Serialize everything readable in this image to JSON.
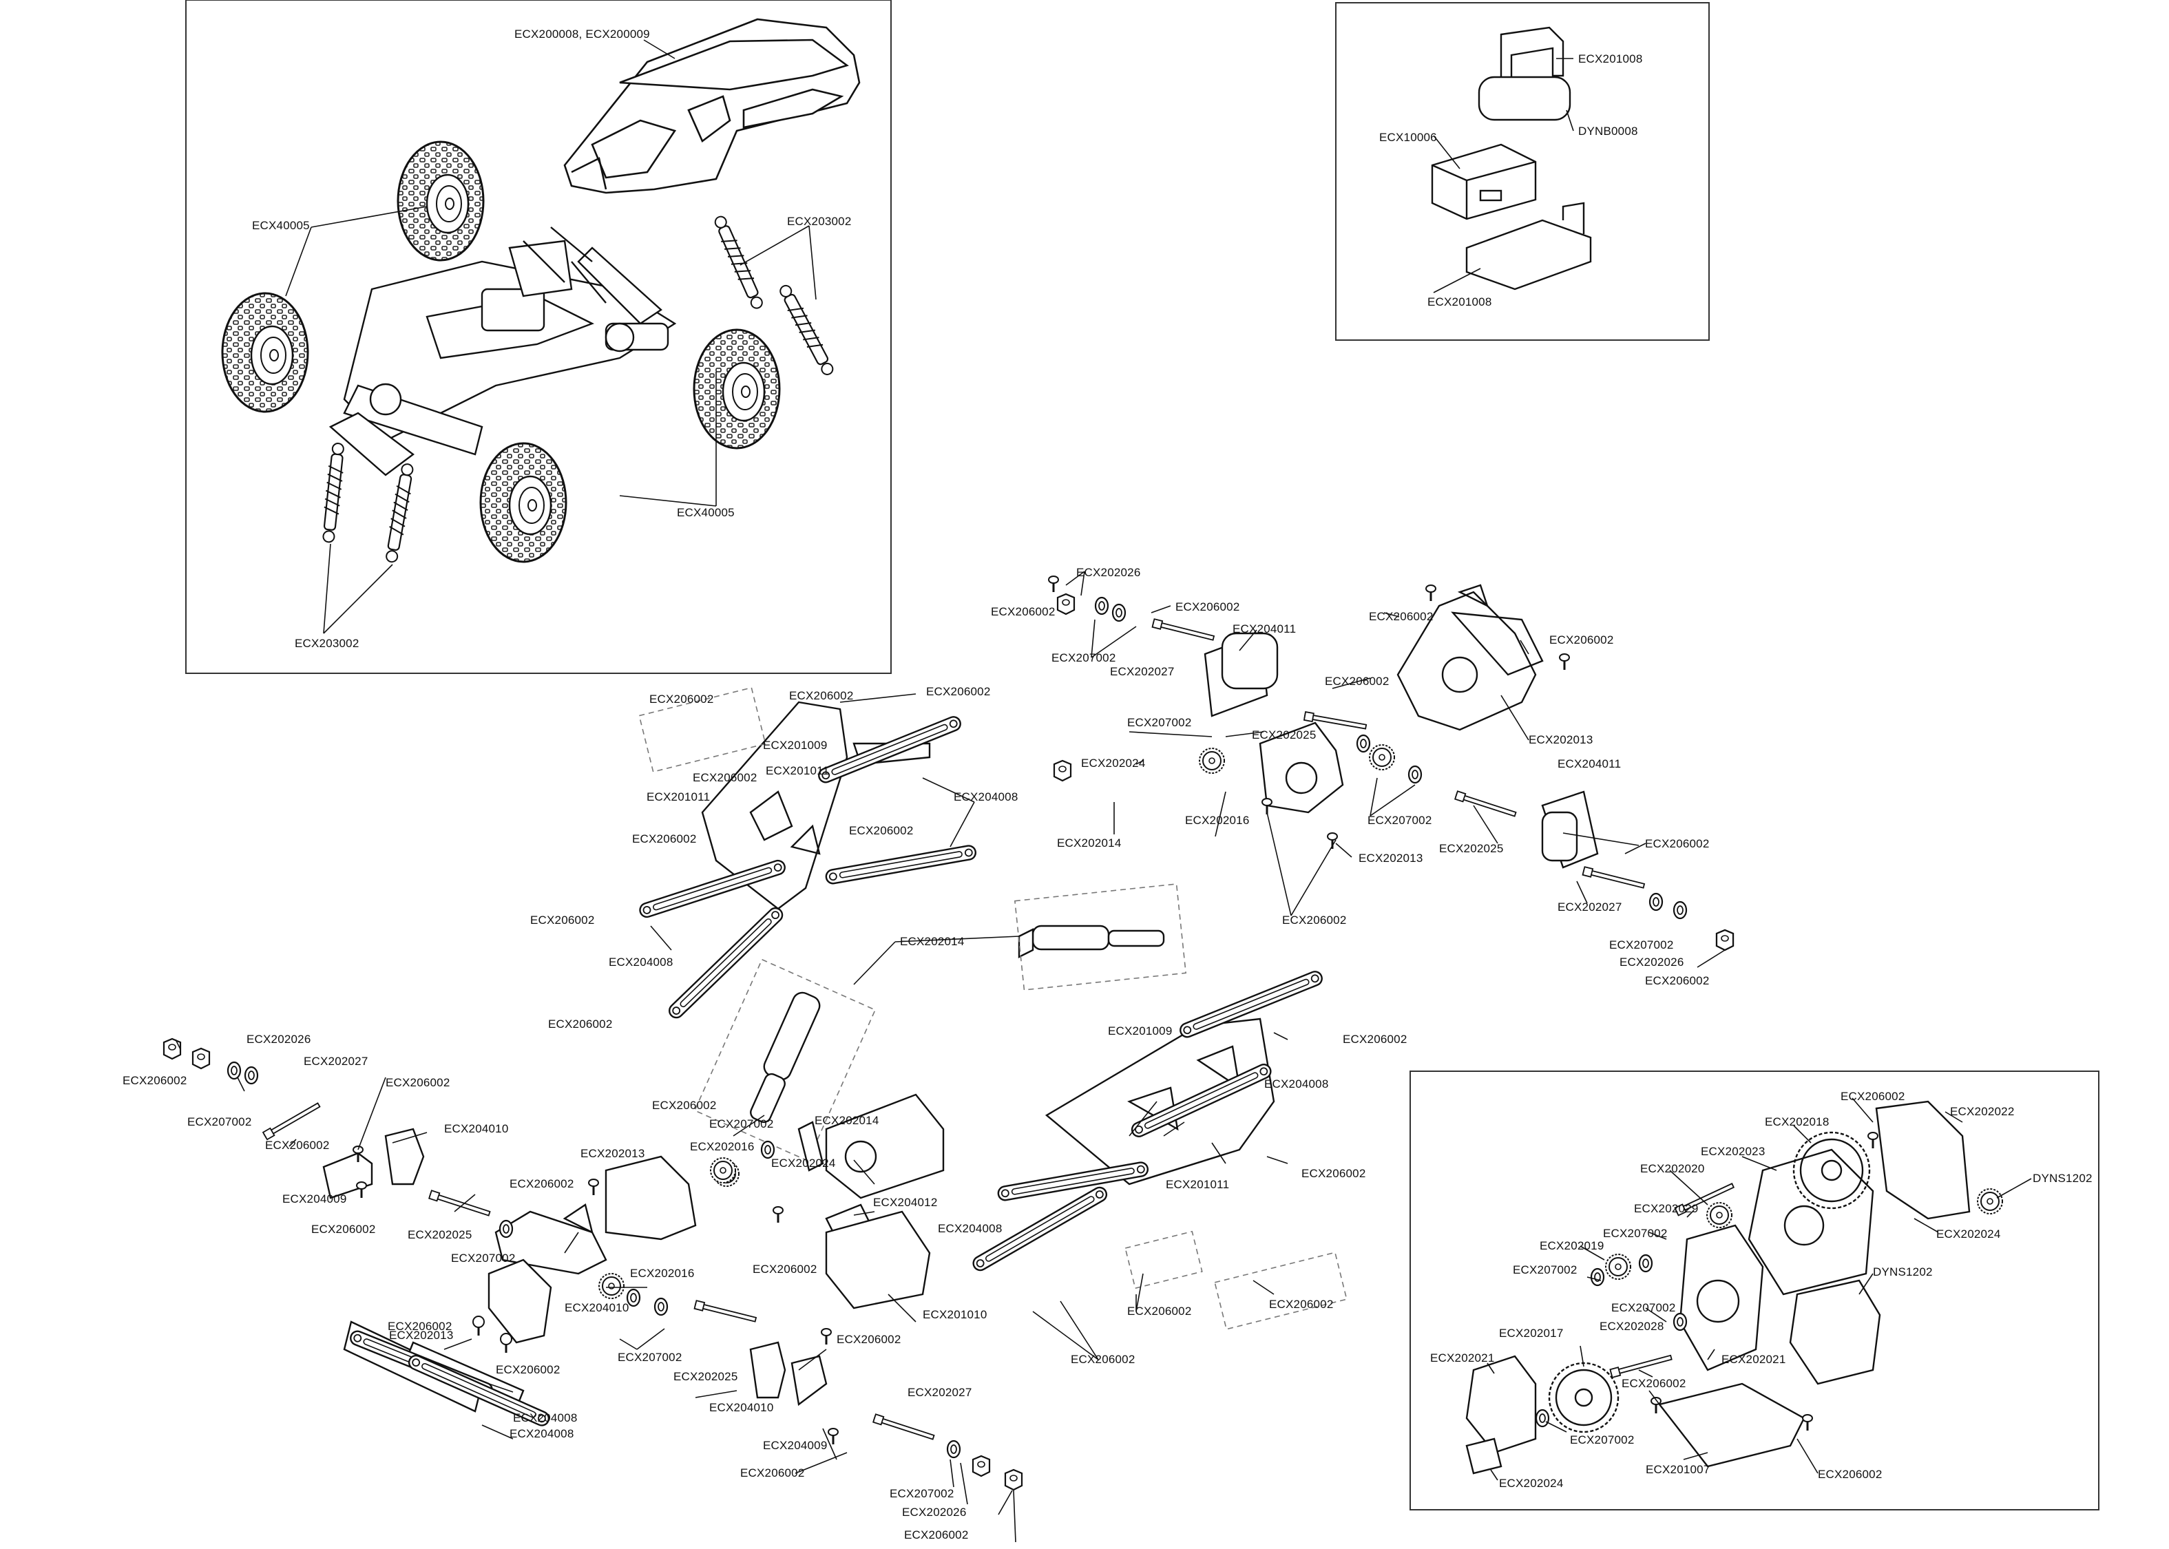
{
  "labels": {
    "body_shell": "ECX200008, ECX200009",
    "wheels_upper": "ECX40005",
    "wheels_lower": "ECX40005",
    "shocks_right": "ECX203002",
    "shocks_left": "ECX203002",
    "electronics_guard": "ECX201008",
    "battery": "DYNB0008",
    "receiver": "ECX10006",
    "electronics_tray": "ECX201008",
    "rear_links_hw_a": "ECX206002",
    "rear_links_hw_b": "ECX206002",
    "rear_links_hw_c": "ECX206002",
    "rear_links_hw_d": "ECX206002",
    "rear_links_hw_e": "ECX206002",
    "rear_links_hw_f": "ECX206002",
    "rear_links_hw_g": "ECX206002",
    "rear_plate_a": "ECX201009",
    "rear_plate_b": "ECX201011",
    "rear_plate_c": "ECX201011",
    "rear_links_a": "ECX204008",
    "rear_links_b": "ECX204008",
    "driveshaft": "ECX202014",
    "rear_axle_hw_a": "ECX206002",
    "rear_axle_nut": "ECX202026",
    "rear_axle_bearing_a": "ECX207002",
    "rear_axle_pin_a": "ECX206002",
    "rear_axle_shaft_a": "ECX202027",
    "rear_lockout_a": "ECX204011",
    "rear_axle_hw_b": "ECX206002",
    "rear_axle_bearing_b": "ECX207002",
    "rear_axle_spacer": "ECX202025",
    "rear_yoke": "ECX202024",
    "rear_pinion": "ECX202016",
    "rear_outdrive": "ECX202014",
    "rear_axle_hw_c": "ECX206002",
    "rear_axle_bearing_c": "ECX207002",
    "rear_axle_housing_a": "ECX202013",
    "rear_axle_hw_d": "ECX206002",
    "rear_motor_mount_hw_a": "ECX206002",
    "rear_motor_mount_hw_b": "ECX206002",
    "rear_axle_housing_b": "ECX202013",
    "rear_axle_axle_b": "ECX202025",
    "rear_lockout_b": "ECX204011",
    "rear_axle_pin_b": "ECX206002",
    "rear_axle_shaft_b": "ECX202027",
    "rear_axle_bearing_d": "ECX207002",
    "rear_axle_nut_b": "ECX202026",
    "rear_axle_hw_e": "ECX206002",
    "front_hw_a": "ECX206002",
    "front_nut": "ECX202026",
    "front_shaft": "ECX202027",
    "front_hw_b": "ECX206002",
    "front_bearing_a": "ECX207002",
    "front_pin": "ECX206002",
    "front_knuckle_a": "ECX204010",
    "front_steering_a": "ECX204009",
    "front_hw_c": "ECX206002",
    "front_axle_a": "ECX202025",
    "front_bearing_b": "ECX207002",
    "front_hw_d": "ECX206002",
    "front_housing": "ECX202013",
    "front_gear": "ECX202016",
    "front_knuckle_b": "ECX204010",
    "front_hw_e": "ECX206002",
    "front_hw_f": "ECX206002",
    "front_link": "ECX204008",
    "front_link_b": "ECX204008",
    "front_bearing_c": "ECX207002",
    "front_axle_b": "ECX202025",
    "front_hw_g": "ECX206002",
    "front_knuckle_c": "ECX204010",
    "front_steering_b": "ECX204009",
    "front_shaft_b": "ECX202027",
    "front_hw_h": "ECX206002",
    "front_bearing_d": "ECX207002",
    "front_nut_b": "ECX202026",
    "front_hw_i": "ECX206002",
    "servo_hw_a": "ECX206002",
    "servo_outdrive": "ECX202014",
    "servo_bearing": "ECX207002",
    "servo_gear": "ECX202016",
    "servo_yoke": "ECX202024",
    "servo": "ECX204012",
    "servo_hw_b": "ECX206002",
    "servo_mount": "ECX201010",
    "front_plate": "ECX201009",
    "front_plate_hw_a": "ECX206002",
    "front_plate_links": "ECX204008",
    "front_plate_b": "ECX201011",
    "front_plate_hw_b": "ECX206002",
    "front_plate_links_b": "ECX204008",
    "front_plate_hw_c": "ECX206002",
    "front_plate_hw_d": "ECX206002",
    "front_plate_hw_e": "ECX206002",
    "trans_hw_a": "ECX206002",
    "trans_case": "ECX202022",
    "trans_spur": "ECX202018",
    "trans_plate": "ECX202023",
    "trans_gear_a": "ECX202020",
    "trans_pinion": "DYNS1202",
    "trans_shaft": "ECX202029",
    "trans_yoke": "ECX202024",
    "trans_bearing_a": "ECX207002",
    "trans_idler": "ECX202019",
    "trans_bearing_b": "ECX207002",
    "trans_bearing_c": "ECX207002",
    "trans_motor": "DYNS1202",
    "trans_gear_b": "ECX202017",
    "trans_shaft_b": "ECX202028",
    "trans_housing_a": "ECX202021",
    "trans_housing_b": "ECX202021",
    "trans_hw_b": "ECX206002",
    "trans_bearing_d": "ECX207002",
    "trans_skid": "ECX201007",
    "trans_hw_c": "ECX206002",
    "trans_yoke_b": "ECX202024"
  }
}
